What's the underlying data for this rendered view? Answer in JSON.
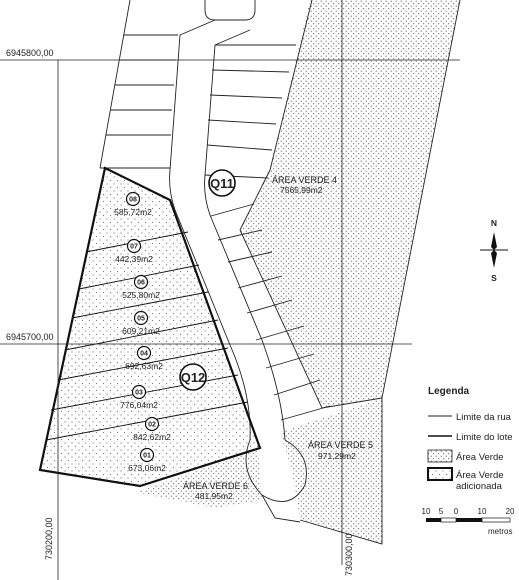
{
  "coordinates": {
    "north_upper": "6945800,00",
    "north_lower": "6945700,00",
    "east_left": "730200,00",
    "east_right": "730300,00"
  },
  "quadras": [
    "Q11",
    "Q12"
  ],
  "green_areas": [
    {
      "name": "ÁREA VERDE 4",
      "area": "7565,99m2"
    },
    {
      "name": "ÁREA VERDE 5",
      "area": "971,29m2"
    },
    {
      "name": "ÁREA VERDE 6",
      "area": "481,95m2"
    }
  ],
  "lots": [
    {
      "id": "08",
      "area": "585,72m2"
    },
    {
      "id": "07",
      "area": "442,39m2"
    },
    {
      "id": "06",
      "area": "525,80m2"
    },
    {
      "id": "05",
      "area": "609,21m2"
    },
    {
      "id": "04",
      "area": "692,63m2"
    },
    {
      "id": "03",
      "area": "776,04m2"
    },
    {
      "id": "02",
      "area": "842,62m2"
    },
    {
      "id": "01",
      "area": "673,06m2"
    }
  ],
  "north_arrow": {
    "north": "N",
    "south": "S"
  },
  "legend": {
    "title": "Legenda",
    "items": [
      "Limite da rua",
      "Limite do lote",
      "Área Verde",
      "Área Verde adicionada"
    ],
    "added_line1": "Área Verde",
    "added_line2": "adicionada"
  },
  "scale": {
    "ticks": [
      "10",
      "5",
      "0",
      "10",
      "20"
    ],
    "unit": "metros"
  },
  "colors": {
    "line": "#222222",
    "hatch": "#555555"
  }
}
